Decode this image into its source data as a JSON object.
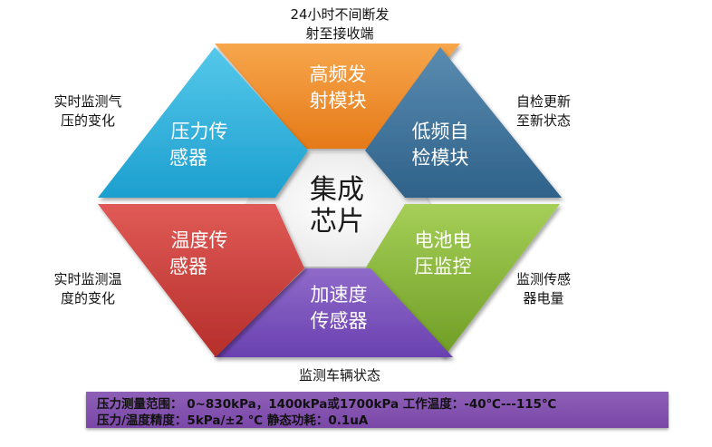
{
  "segments": [
    {
      "id": "top",
      "line1": "高频发",
      "line2": "射模块",
      "color_light": "#f7a64c",
      "color_dark": "#e57a18"
    },
    {
      "id": "upper-right",
      "line1": "低频自",
      "line2": "检模块",
      "color_light": "#5a8bb0",
      "color_dark": "#2f628a"
    },
    {
      "id": "lower-right",
      "line1": "电池电",
      "line2": "压监控",
      "color_light": "#a5cf57",
      "color_dark": "#6f9d24"
    },
    {
      "id": "bottom",
      "line1": "加速度",
      "line2": "传感器",
      "color_light": "#8f6ac9",
      "color_dark": "#6a41b0"
    },
    {
      "id": "lower-left",
      "line1": "温度传",
      "line2": "感器",
      "color_light": "#e05a56",
      "color_dark": "#b52e2a"
    },
    {
      "id": "upper-left",
      "line1": "压力传",
      "line2": "感器",
      "color_light": "#55c8ea",
      "color_dark": "#1c9fcf"
    }
  ],
  "center": {
    "line1": "集成",
    "line2": "芯片"
  },
  "notes": {
    "top": [
      "24小时不间断发",
      "射至接收端"
    ],
    "upper_right": [
      "自检更新",
      "至新状态"
    ],
    "lower_right": [
      "监测传感",
      "器电量"
    ],
    "bottom": [
      "监测车辆状态"
    ],
    "lower_left": [
      "实时监测温",
      "度的变化"
    ],
    "upper_left": [
      "实时监测气",
      "压的变化"
    ]
  },
  "specs": {
    "line1": "压力测量范围： 0~830kPa，1400kPa或1700kPa  工作温度：-40℃---115℃",
    "line2": "压力/温度精度：5kPa/±2 ℃    静态功耗：0.1uA"
  }
}
